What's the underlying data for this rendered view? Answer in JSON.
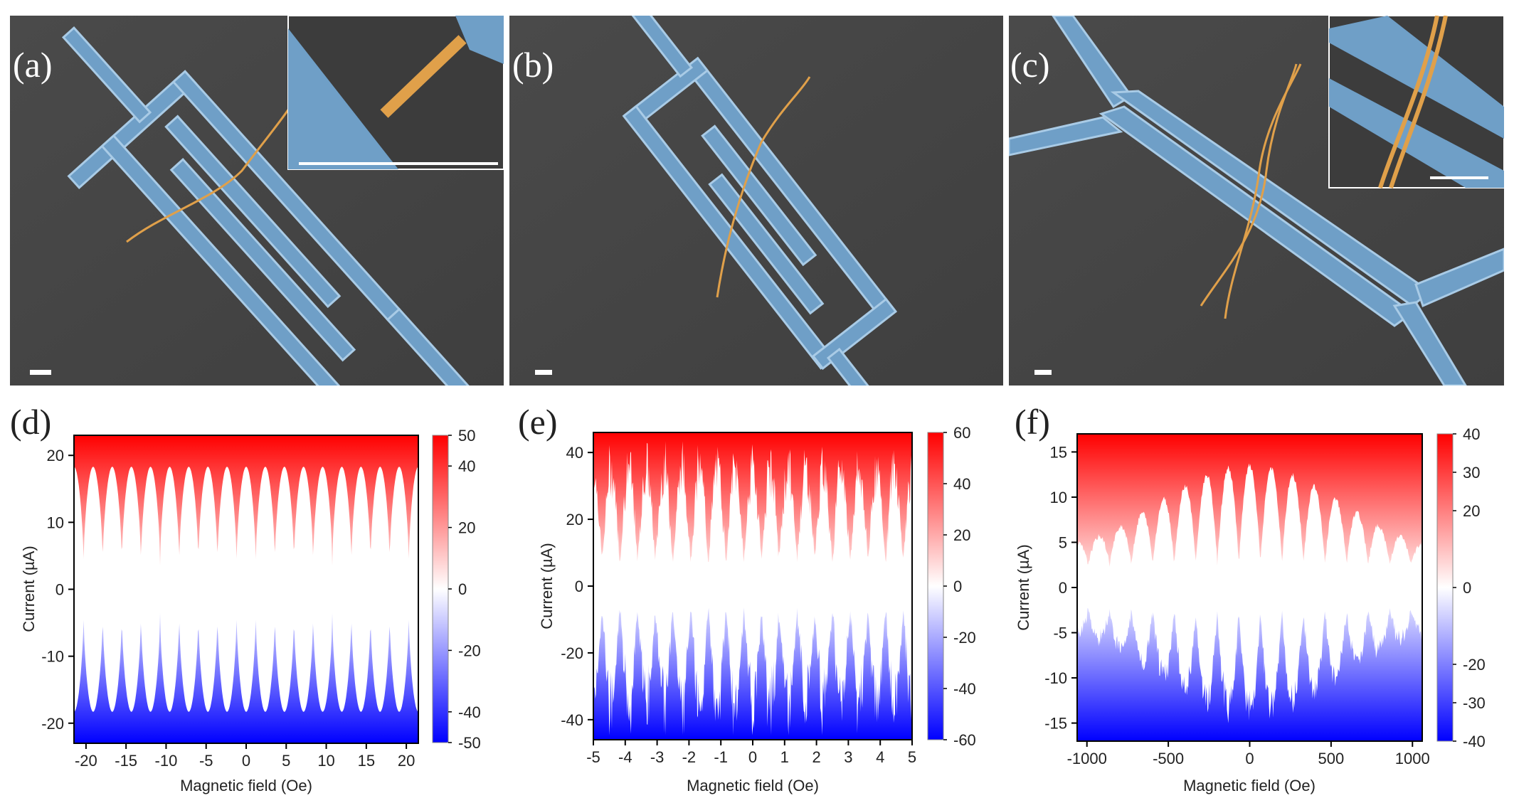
{
  "panels_sem": [
    {
      "label": "(a)"
    },
    {
      "label": "(b)"
    },
    {
      "label": "(c)"
    }
  ],
  "colors": {
    "sem_background": "#454545",
    "electrode": "#6f9fc7",
    "electrode_edge": "#a9cbe6",
    "nanowire": "#e0a04a",
    "positive": "#ff0000",
    "zero": "#ffffff",
    "negative": "#0000ff"
  },
  "chart_data": [
    {
      "type": "heatmap",
      "panel": "(d)",
      "xlabel": "Magnetic field (Oe)",
      "ylabel": "Current (µA)",
      "xlim": [
        -21.5,
        21.5
      ],
      "ylim": [
        -23,
        23
      ],
      "xticks": [
        -20,
        -15,
        -10,
        -5,
        0,
        5,
        10,
        15,
        20
      ],
      "yticks": [
        -20,
        -10,
        0,
        10,
        20
      ],
      "colorbar": {
        "ticks": [
          50,
          40,
          20,
          0,
          -20,
          -40,
          -50
        ],
        "range": [
          -50,
          50
        ]
      },
      "switching_current_max": 18.3,
      "switching_current_min": 3.5,
      "oscillation_period": 2.35,
      "oscillation_count": 18
    },
    {
      "type": "heatmap",
      "panel": "(e)",
      "xlabel": "Magnetic field (Oe)",
      "ylabel": "Current (µA)",
      "xlim": [
        -5,
        5
      ],
      "ylim": [
        -46,
        46
      ],
      "xticks": [
        -5,
        -4,
        -3,
        -2,
        -1,
        0,
        1,
        2,
        3,
        4,
        5
      ],
      "yticks": [
        -40,
        -20,
        0,
        20,
        40
      ],
      "colorbar": {
        "ticks": [
          60,
          40,
          20,
          0,
          -20,
          -40,
          -60
        ],
        "range": [
          -60,
          60
        ]
      },
      "switching_current_max": 43,
      "switching_current_min": 8,
      "oscillation_count": 18
    },
    {
      "type": "heatmap",
      "panel": "(f)",
      "xlabel": "Magnetic field (Oe)",
      "ylabel": "Current (µA)",
      "xlim": [
        -1060,
        1060
      ],
      "ylim": [
        -17,
        17
      ],
      "xticks": [
        -1000,
        -500,
        0,
        500,
        1000
      ],
      "yticks": [
        -15,
        -10,
        -5,
        0,
        5,
        10,
        15
      ],
      "colorbar": {
        "ticks": [
          40,
          30,
          20,
          0,
          -20,
          -30,
          -40
        ],
        "range": [
          -40,
          40
        ]
      },
      "switching_current_max": 13.5,
      "switching_current_min": 2.5,
      "oscillation_count": 16
    }
  ]
}
